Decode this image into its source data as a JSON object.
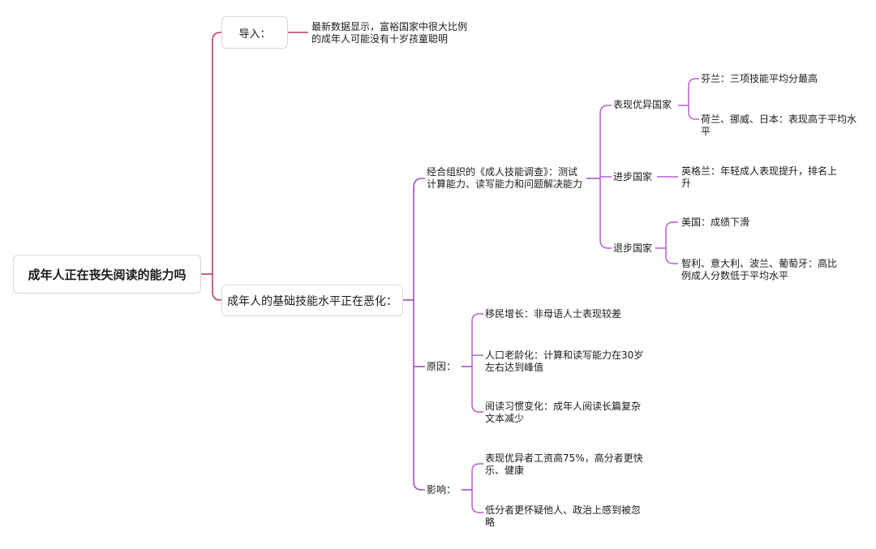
{
  "mindmap": {
    "root": "成年人正在丧失阅读的能力吗",
    "intro": {
      "label": "导入：",
      "detail": "最新数据显示，富裕国家中很大比例的成年人可能没有十岁孩童聪明"
    },
    "main": {
      "label": "成年人的基础技能水平正在恶化：",
      "survey": {
        "label": "经合组织的《成人技能调查》：测试计算能力、读写能力和问题解决能力",
        "excellent": {
          "label": "表现优异国家",
          "items": [
            "芬兰：三项技能平均分最高",
            "荷兰、挪威、日本：表现高于平均水平"
          ]
        },
        "progress": {
          "label": "进步国家",
          "items": [
            "英格兰：年轻成人表现提升，排名上升"
          ]
        },
        "decline": {
          "label": "退步国家",
          "items": [
            "美国：成绩下滑",
            "智利、意大利、波兰、葡萄牙：高比例成人分数低于平均水平"
          ]
        }
      },
      "causes": {
        "label": "原因：",
        "items": [
          "移民增长：非母语人士表现较差",
          "人口老龄化：计算和读写能力在30岁左右达到峰值",
          "阅读习惯变化：成年人阅读长篇复杂文本减少"
        ]
      },
      "impact": {
        "label": "影响：",
        "items": [
          "表现优异者工资高75%，高分者更快乐、健康",
          "低分者更怀疑他人、政治上感到被忽略"
        ]
      }
    },
    "colors": {
      "level1": "#c0396b",
      "level2": "#a24fc4",
      "level3": "#b85fcf"
    }
  }
}
